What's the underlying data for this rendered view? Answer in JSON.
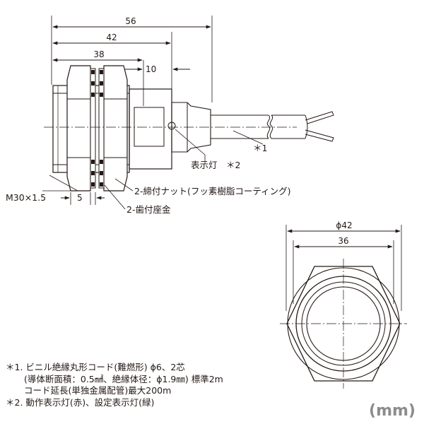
{
  "side_view": {
    "dim_total": "56",
    "dim_body": "42",
    "dim_thread": "38",
    "dim_cable_offset": "10",
    "dim_washer": "5",
    "thread_label": "M30×1.5",
    "cable_mark": "＊1",
    "indicator_label": "表示灯　＊2",
    "nut_label": "2-締付ナット(フッ素樹脂コーティング)",
    "washer_label": "2-歯付座金"
  },
  "end_view": {
    "dim_hex": "ϕ42",
    "dim_face": "36"
  },
  "notes": {
    "note1_line1": "＊1. ビニル絶縁丸形コード(難燃形) ϕ6、2芯",
    "note1_line2": "(導体断面積：0.5㎟、絶縁体径：ϕ1.9㎜) 標準2m",
    "note1_line3": "コード延長(単独金属配管)最大200m",
    "note2_line1": "＊2. 動作表示灯(赤)、設定表示灯(緑)"
  },
  "unit_label": "(mm)",
  "colors": {
    "line": "#231815",
    "center_line": "#231815",
    "unit_text": "#8c8c8c"
  }
}
